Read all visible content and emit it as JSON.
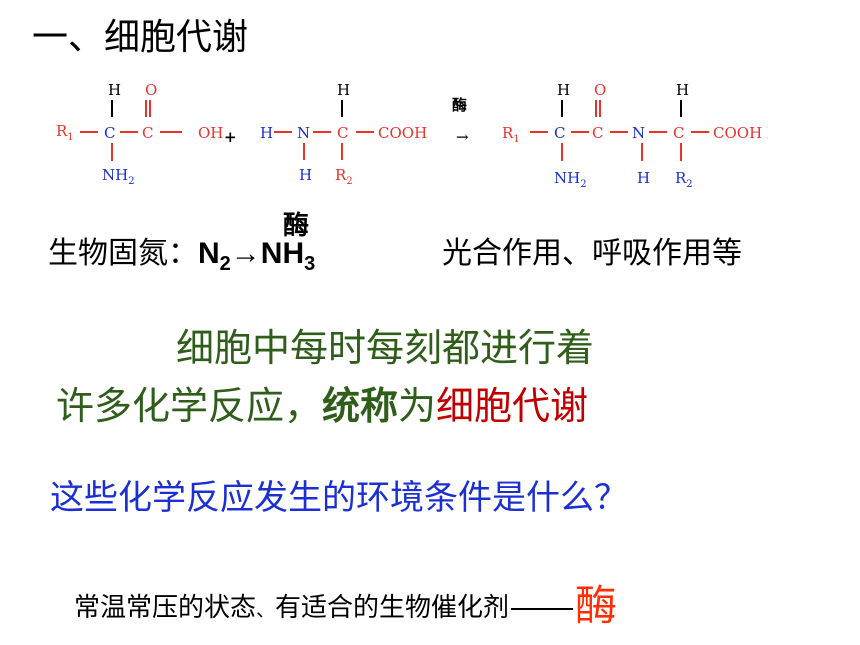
{
  "title": "一、细胞代谢",
  "reaction": {
    "enzyme_label": "酶",
    "plus": "+",
    "arrow": "→",
    "left_molecule": {
      "h_top": "H",
      "o_top": "O",
      "r": "R",
      "r_sub": "1",
      "c1": "C",
      "c2": "C",
      "oh": "OH",
      "nh": "NH",
      "nh_sub": "2"
    },
    "right_molecule": {
      "h": "H",
      "n": "N",
      "h_top": "H",
      "c": "C",
      "cooh": "COOH",
      "h_bottom": "H",
      "r": "R",
      "r_sub": "2"
    },
    "product": {
      "r": "R",
      "r_sub": "1",
      "h_top1": "H",
      "o_top": "O",
      "h_top2": "H",
      "c1": "C",
      "c2": "C",
      "n": "N",
      "c3": "C",
      "cooh": "COOH",
      "nh": "NH",
      "nh_sub": "2",
      "h_bottom": "H",
      "r2": "R",
      "r2_sub": "2"
    }
  },
  "nitrogen_fixation": {
    "label": "生物固氮：",
    "enzyme_label": "酶",
    "n": "N",
    "n_sub": "2",
    "arrow": "→",
    "nh": "NH",
    "nh_sub": "3"
  },
  "photosynthesis": "光合作用、呼吸作用等",
  "statement": {
    "line1": "细胞中每时每刻都进行着",
    "line2_part1": "许多化学反应，",
    "line2_bold": "统称",
    "line2_part2": "为",
    "line2_red": "细胞代谢"
  },
  "question": "这些化学反应发生的环境条件是什么？",
  "answer": {
    "part1": "常温常压的状态",
    "sep": "、",
    "part2": "有适合的生物催化剂",
    "enzyme": "酶"
  },
  "colors": {
    "green": "#2f5d1a",
    "red": "#c00000",
    "blue": "#1c2fd3",
    "orange_red": "#ff2d00",
    "formula_red": "#e8322a",
    "formula_blue": "#1a2fd0"
  }
}
